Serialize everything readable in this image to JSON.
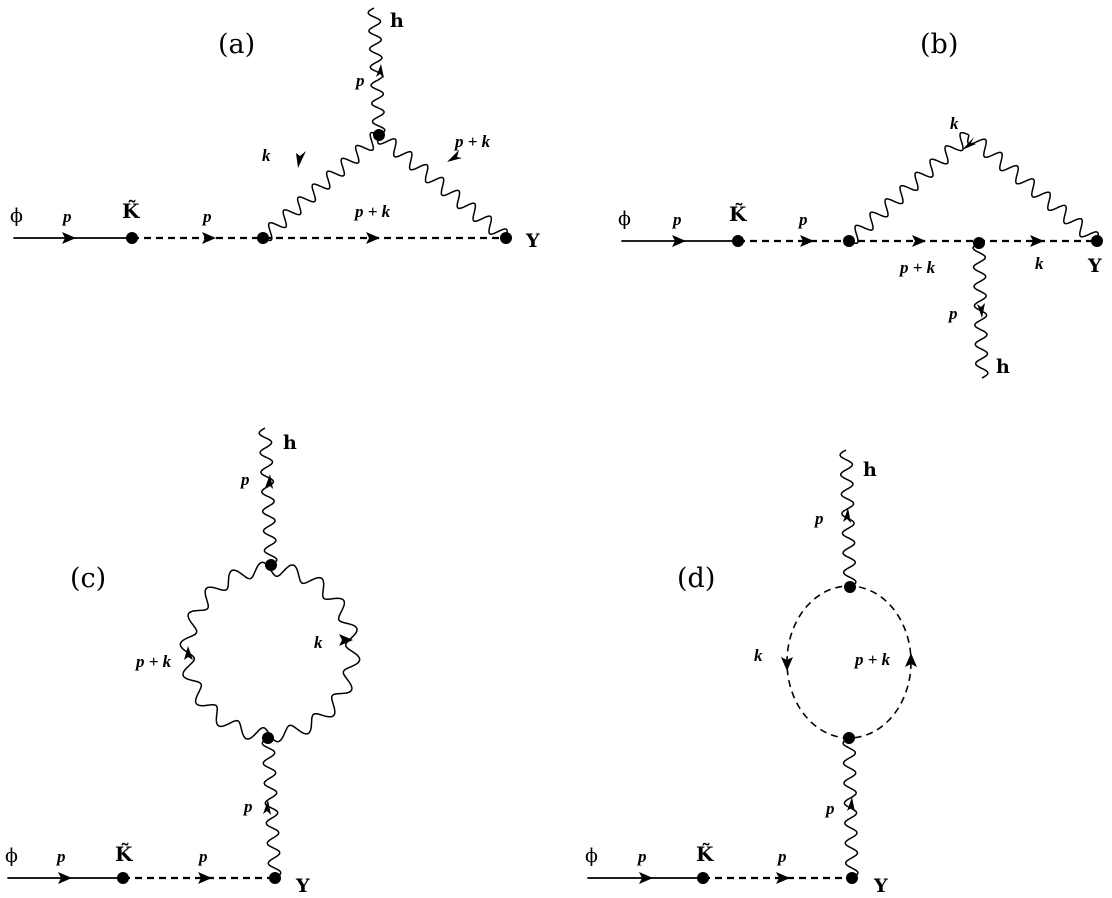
{
  "diagrams": [
    {
      "panel": "(a)",
      "phi": "ϕ",
      "tilde_k": "K̃",
      "y": "Y",
      "h": "h",
      "moms": [
        "p",
        "p",
        "p + k",
        "k",
        "p",
        "p + k"
      ]
    },
    {
      "panel": "(b)",
      "phi": "ϕ",
      "tilde_k": "K̃",
      "y": "Y",
      "h": "h",
      "moms": [
        "p",
        "p",
        "p + k",
        "k",
        "k",
        "p"
      ]
    },
    {
      "panel": "(c)",
      "phi": "ϕ",
      "tilde_k": "K̃",
      "y": "Y",
      "h": "h",
      "moms": [
        "p",
        "p",
        "p",
        "p + k",
        "k",
        "p"
      ]
    },
    {
      "panel": "(d)",
      "phi": "ϕ",
      "tilde_k": "K̃",
      "y": "Y",
      "h": "h",
      "moms": [
        "p",
        "p",
        "p",
        "k",
        "p + k",
        "p"
      ]
    }
  ]
}
